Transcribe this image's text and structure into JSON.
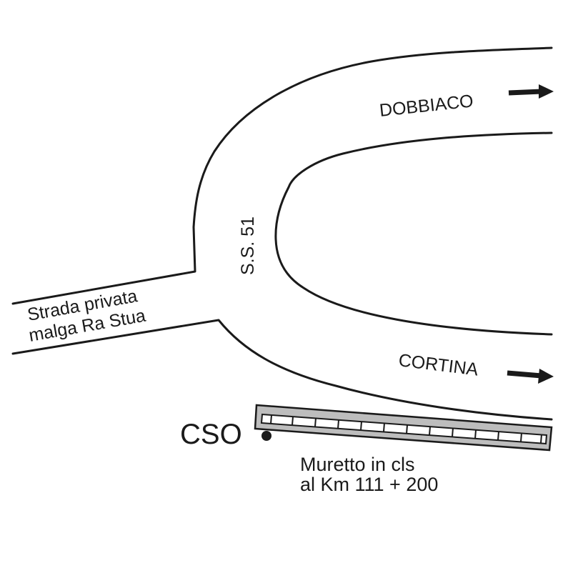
{
  "roads": {
    "main_road_label": "S.S. 51",
    "side_road_label_line1": "Strada privata",
    "side_road_label_line2": "malga Ra Stua"
  },
  "directions": {
    "north_label": "DOBBIACO",
    "south_label": "CORTINA",
    "arrow_icon": "right-arrow-icon"
  },
  "station": {
    "label": "CSO",
    "marker_icon": "dot-marker-icon"
  },
  "wall": {
    "caption_line1": "Muretto in cls",
    "caption_line2": "al Km 111 + 200",
    "fill_color": "#bdbdbd"
  }
}
